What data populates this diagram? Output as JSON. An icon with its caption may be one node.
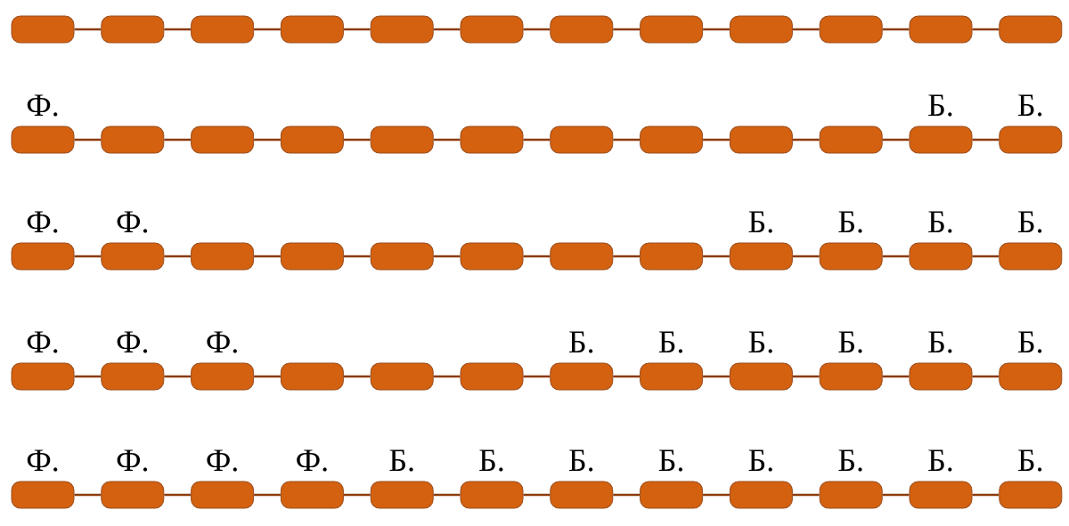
{
  "diagram": {
    "nodes": [
      {
        "text": [],
        "shape": "box"
      },
      {
        "text": [],
        "shape": "box"
      },
      {
        "text": [],
        "shape": "box"
      },
      {
        "text": [],
        "shape": "box"
      },
      {
        "text": [],
        "shape": "box"
      },
      {
        "text": [],
        "shape": "box"
      },
      {
        "text": [],
        "shape": "box"
      },
      {
        "text": [],
        "shape": "box"
      },
      {
        "text": [],
        "shape": "box"
      },
      {
        "text": [],
        "shape": "box"
      },
      {
        "text": [],
        "shape": "box"
      },
      {
        "text": [],
        "shape": "box"
      },
      {
        "text": [
          "Ф."
        ]
      },
      {
        "text": [],
        "shape": "box"
      },
      {
        "text": [],
        "shape": "box"
      },
      {
        "text": [],
        "shape": "box"
      },
      {
        "text": [],
        "shape": "box"
      },
      {
        "text": [],
        "shape": "box"
      },
      {
        "text": [],
        "shape": "box"
      },
      {
        "text": [],
        "shape": "box"
      },
      {
        "text": [],
        "shape": "box"
      },
      {
        "text": [],
        "shape": "box"
      },
      {
        "text": [
          "Б."
        ]
      },
      {
        "text": [
          "Б."
        ]
      },
      {
        "text": [
          "Ф."
        ]
      },
      {
        "text": [
          "Ф."
        ]
      },
      {
        "text": [],
        "shape": "box"
      },
      {
        "text": [],
        "shape": "box"
      },
      {
        "text": [],
        "shape": "box"
      },
      {
        "text": [],
        "shape": "box"
      },
      {
        "text": [],
        "shape": "box"
      },
      {
        "text": [],
        "shape": "box"
      },
      {
        "text": [
          "Б."
        ]
      },
      {
        "text": [
          "Б."
        ]
      },
      {
        "text": [
          "Б."
        ]
      },
      {
        "text": [
          "Б."
        ]
      },
      {
        "text": [
          "Ф."
        ]
      },
      {
        "text": [
          "Ф."
        ]
      },
      {
        "text": [
          "Ф."
        ]
      },
      {
        "text": [],
        "shape": "box"
      },
      {
        "text": [],
        "shape": "box"
      },
      {
        "text": [],
        "shape": "box"
      },
      {
        "text": [
          "Б."
        ]
      },
      {
        "text": [
          "Б."
        ]
      },
      {
        "text": [
          "Б."
        ]
      },
      {
        "text": [
          "Б."
        ]
      },
      {
        "text": [
          "Б."
        ]
      },
      {
        "text": [
          "Б."
        ]
      },
      {
        "text": [
          "Ф."
        ]
      },
      {
        "text": [
          "Ф."
        ]
      },
      {
        "text": [
          "Ф."
        ]
      },
      {
        "text": [
          "Ф."
        ]
      },
      {
        "text": [
          "Б."
        ]
      },
      {
        "text": [
          "Б."
        ]
      },
      {
        "text": [
          "Б."
        ]
      },
      {
        "text": [
          "Б."
        ]
      },
      {
        "text": [
          "Б."
        ]
      },
      {
        "text": [
          "Б."
        ]
      },
      {
        "text": [
          "Б."
        ]
      },
      {
        "text": [
          "Б."
        ]
      }
    ],
    "edges": [
      {
        "from": 0,
        "to": 1,
        "arrow": "none"
      },
      {
        "from": 1,
        "to": 2,
        "arrow": "none"
      },
      {
        "from": 2,
        "to": 3,
        "arrow": "none"
      },
      {
        "from": 3,
        "to": 4,
        "arrow": "none"
      },
      {
        "from": 4,
        "to": 5,
        "arrow": "none"
      },
      {
        "from": 5,
        "to": 6,
        "arrow": "none"
      },
      {
        "from": 6,
        "to": 7,
        "arrow": "none"
      },
      {
        "from": 7,
        "to": 8,
        "arrow": "none"
      },
      {
        "from": 8,
        "to": 9,
        "arrow": "none"
      },
      {
        "from": 9,
        "to": 10,
        "arrow": "none"
      },
      {
        "from": 10,
        "to": 11,
        "arrow": "none"
      },
      {
        "from": 12,
        "to": 13,
        "arrow": "none"
      },
      {
        "from": 13,
        "to": 14,
        "arrow": "none"
      },
      {
        "from": 14,
        "to": 15,
        "arrow": "none"
      },
      {
        "from": 15,
        "to": 16,
        "arrow": "none"
      },
      {
        "from": 16,
        "to": 17,
        "arrow": "none"
      },
      {
        "from": 17,
        "to": 18,
        "arrow": "none"
      },
      {
        "from": 18,
        "to": 19,
        "arrow": "none"
      },
      {
        "from": 19,
        "to": 20,
        "arrow": "none"
      },
      {
        "from": 20,
        "to": 21,
        "arrow": "none"
      },
      {
        "from": 21,
        "to": 22,
        "arrow": "none"
      },
      {
        "from": 22,
        "to": 23,
        "arrow": "none"
      },
      {
        "from": 24,
        "to": 25,
        "arrow": "none"
      },
      {
        "from": 25,
        "to": 26,
        "arrow": "none"
      },
      {
        "from": 26,
        "to": 27,
        "arrow": "none"
      },
      {
        "from": 27,
        "to": 28,
        "arrow": "none"
      },
      {
        "from": 28,
        "to": 29,
        "arrow": "none"
      },
      {
        "from": 29,
        "to": 30,
        "arrow": "none"
      },
      {
        "from": 30,
        "to": 31,
        "arrow": "none"
      },
      {
        "from": 31,
        "to": 32,
        "arrow": "none"
      },
      {
        "from": 32,
        "to": 33,
        "arrow": "none"
      },
      {
        "from": 33,
        "to": 34,
        "arrow": "none"
      },
      {
        "from": 34,
        "to": 35,
        "arrow": "none"
      },
      {
        "from": 36,
        "to": 37,
        "arrow": "none"
      },
      {
        "from": 37,
        "to": 38,
        "arrow": "none"
      },
      {
        "from": 38,
        "to": 39,
        "arrow": "none"
      },
      {
        "from": 39,
        "to": 40,
        "arrow": "none"
      },
      {
        "from": 40,
        "to": 41,
        "arrow": "none"
      },
      {
        "from": 41,
        "to": 42,
        "arrow": "none"
      },
      {
        "from": 42,
        "to": 43,
        "arrow": "none"
      },
      {
        "from": 43,
        "to": 44,
        "arrow": "none"
      },
      {
        "from": 44,
        "to": 45,
        "arrow": "none"
      },
      {
        "from": 45,
        "to": 46,
        "arrow": "none"
      },
      {
        "from": 46,
        "to": 47,
        "arrow": "none"
      },
      {
        "from": 48,
        "to": 49,
        "arrow": "none"
      },
      {
        "from": 49,
        "to": 50,
        "arrow": "none"
      },
      {
        "from": 50,
        "to": 51,
        "arrow": "none"
      },
      {
        "from": 51,
        "to": 52,
        "arrow": "none"
      },
      {
        "from": 52,
        "to": 53,
        "arrow": "none"
      },
      {
        "from": 53,
        "to": 54,
        "arrow": "none"
      },
      {
        "from": 54,
        "to": 55,
        "arrow": "none"
      },
      {
        "from": 55,
        "to": 56,
        "arrow": "none"
      },
      {
        "from": 56,
        "to": 57,
        "arrow": "none"
      },
      {
        "from": 57,
        "to": 58,
        "arrow": "none"
      },
      {
        "from": 58,
        "to": 59,
        "arrow": "none"
      }
    ]
  }
}
